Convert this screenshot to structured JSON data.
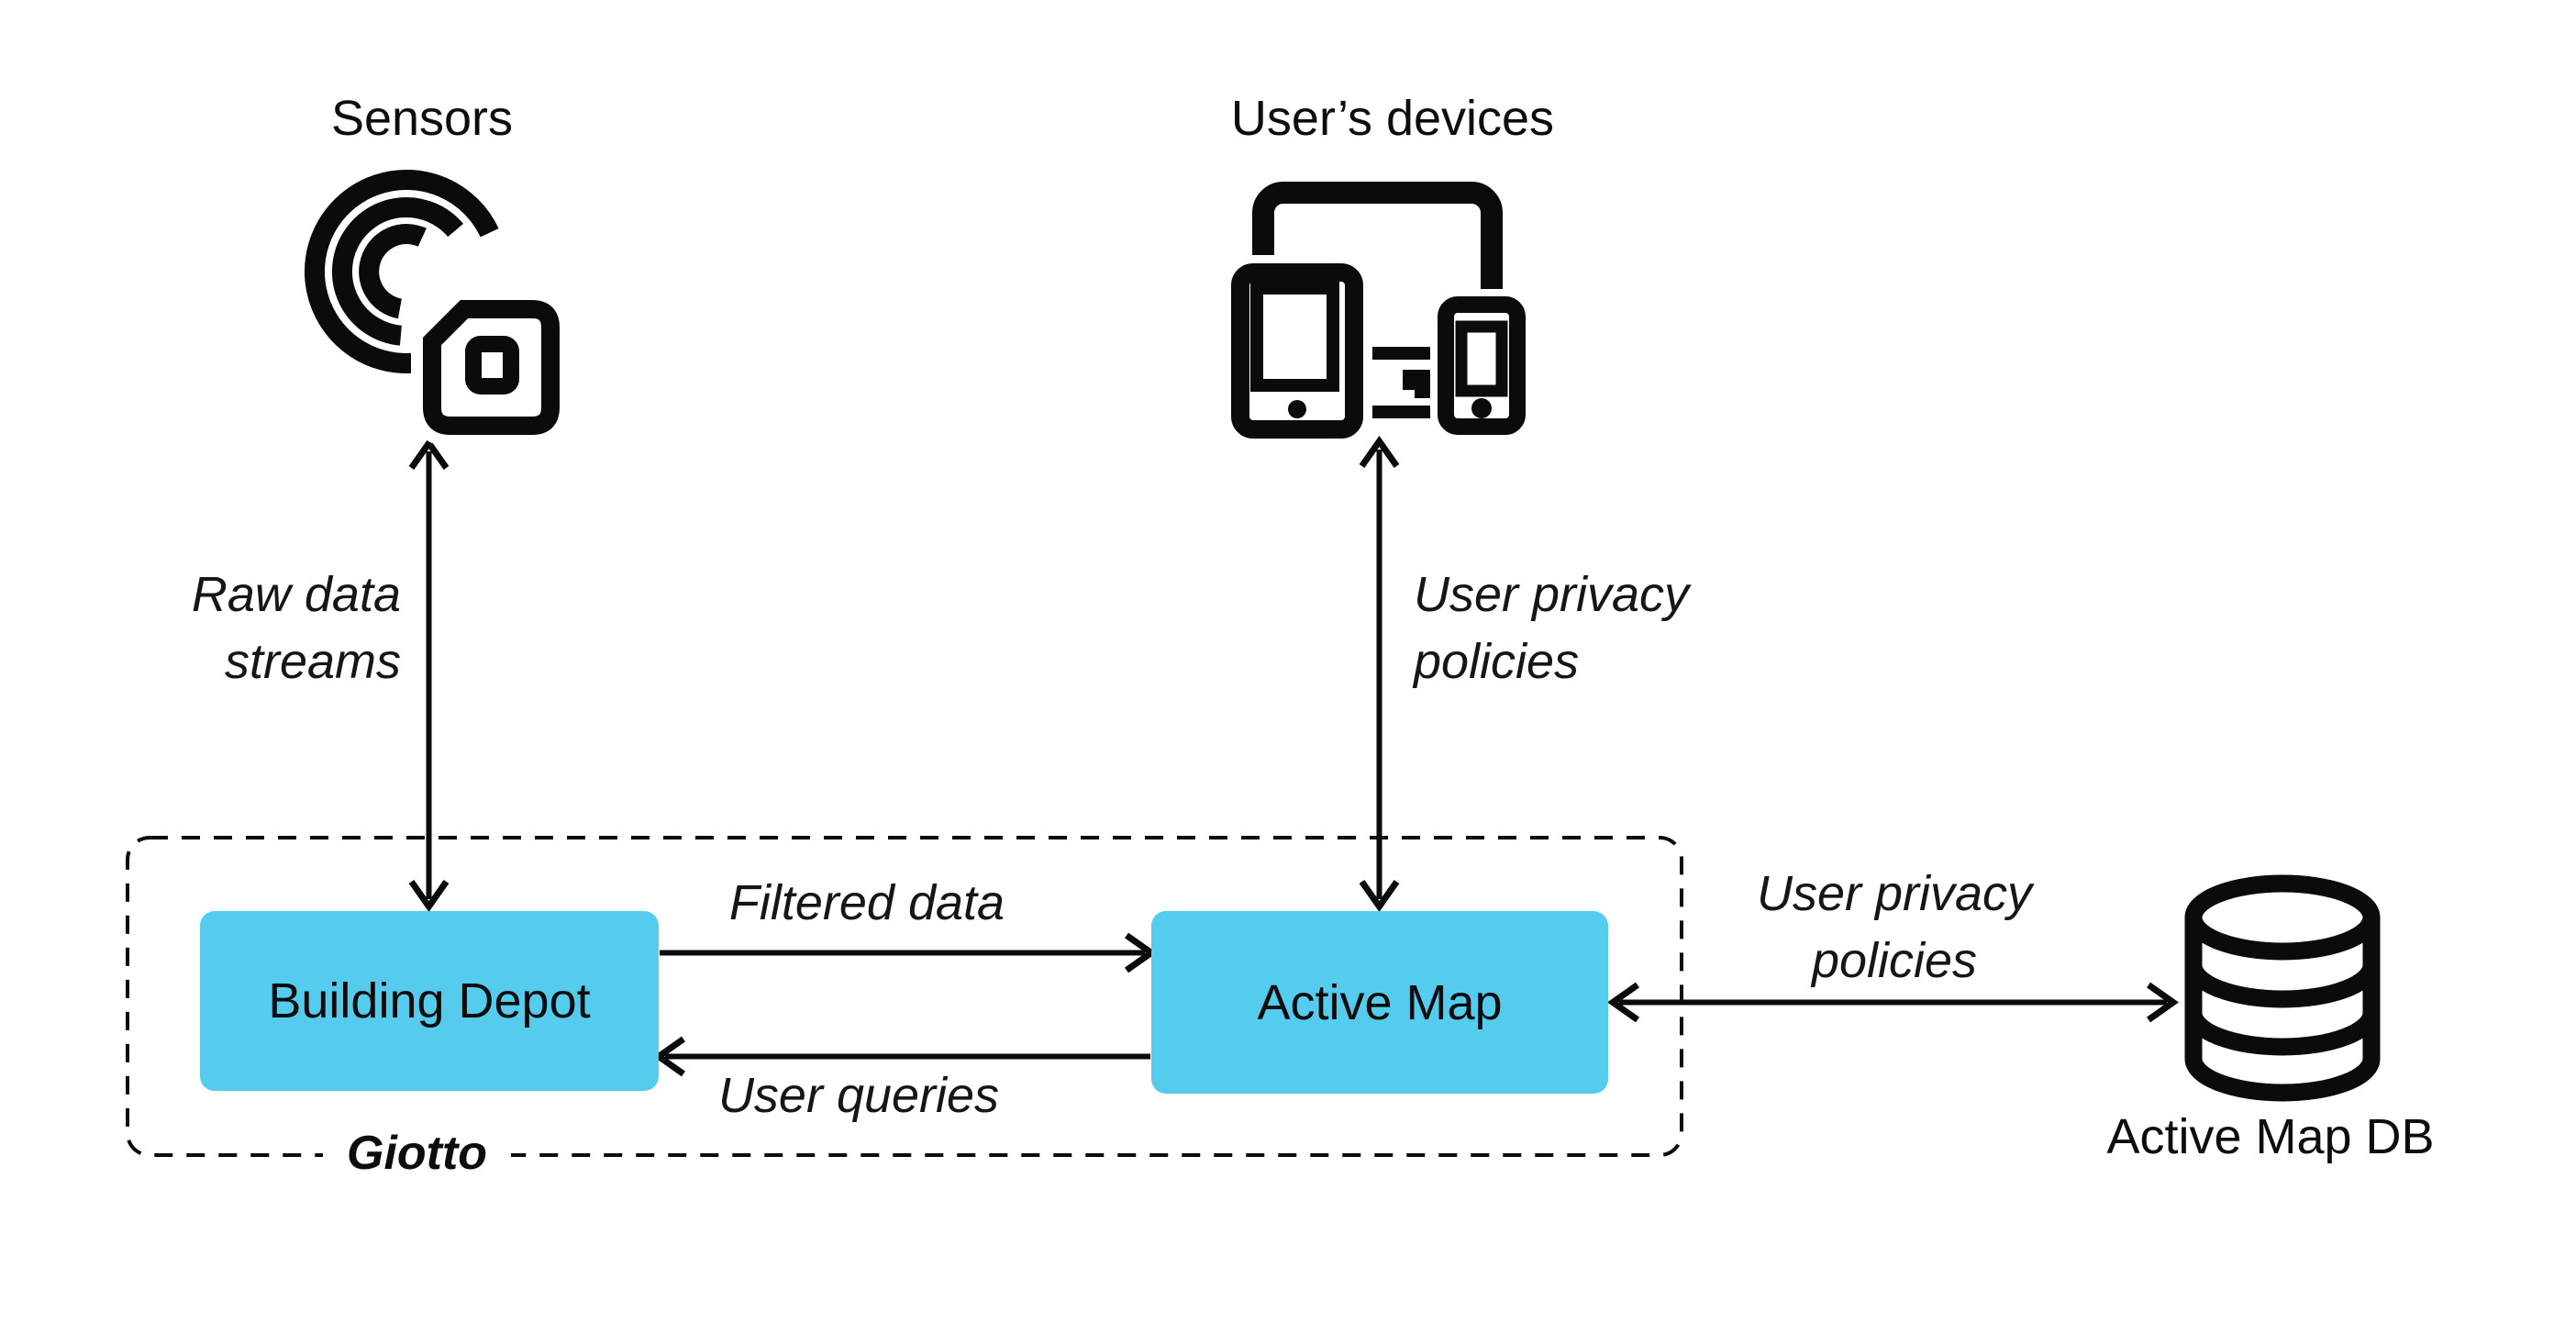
{
  "colors": {
    "node_fill": "#55cbee",
    "line": "#0b0b0b",
    "text": "#0d0d0d",
    "background": "#ffffff"
  },
  "nodes": {
    "sensors": {
      "label": "Sensors"
    },
    "user_devices": {
      "label": "User’s devices"
    },
    "building_depot": {
      "label": "Building Depot"
    },
    "active_map": {
      "label": "Active Map"
    },
    "active_map_db": {
      "label": "Active Map DB"
    },
    "giotto": {
      "label": "Giotto"
    }
  },
  "edges": {
    "raw_data_streams": {
      "label_line1": "Raw data",
      "label_line2": "streams"
    },
    "user_privacy_devices": {
      "label_line1": "User privacy",
      "label_line2": "policies"
    },
    "filtered_data": {
      "label": "Filtered data"
    },
    "user_queries": {
      "label": "User queries"
    },
    "user_privacy_db": {
      "label_line1": "User privacy",
      "label_line2": "policies"
    }
  }
}
